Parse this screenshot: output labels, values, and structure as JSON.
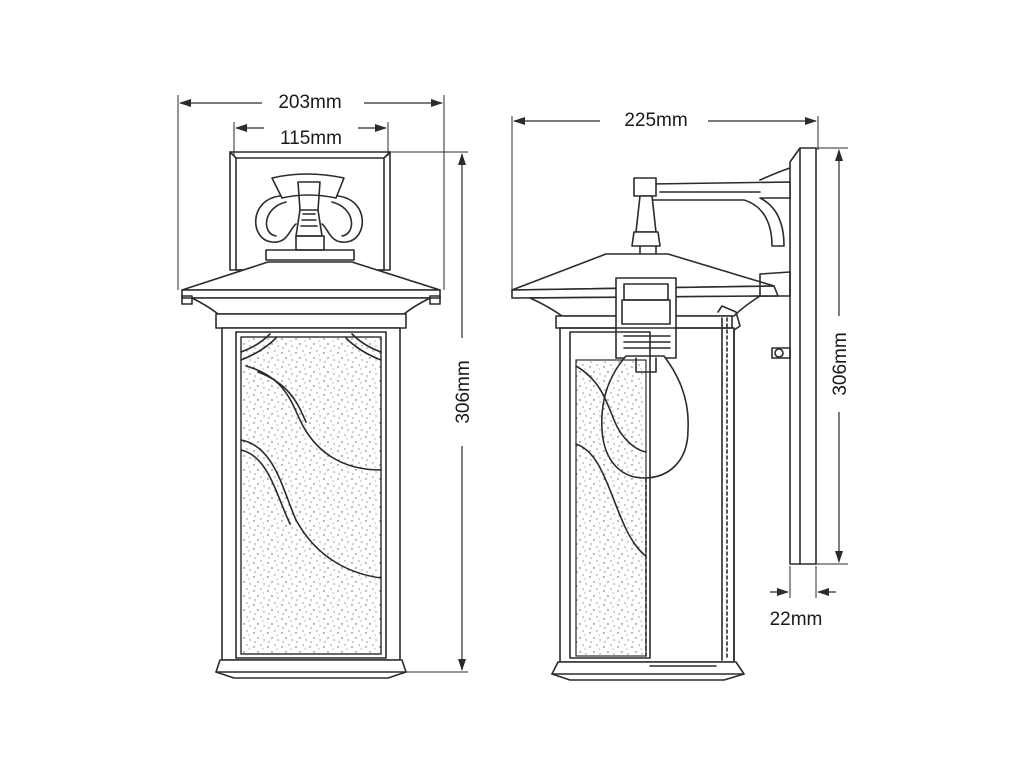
{
  "front_view": {
    "width_label": "203mm",
    "backplate_label": "115mm",
    "height_label": "306mm"
  },
  "side_view": {
    "depth_label": "225mm",
    "height_label": "306mm",
    "plate_thickness_label": "22mm"
  },
  "colors": {
    "line": "#2b2b2b",
    "background": "#ffffff"
  }
}
